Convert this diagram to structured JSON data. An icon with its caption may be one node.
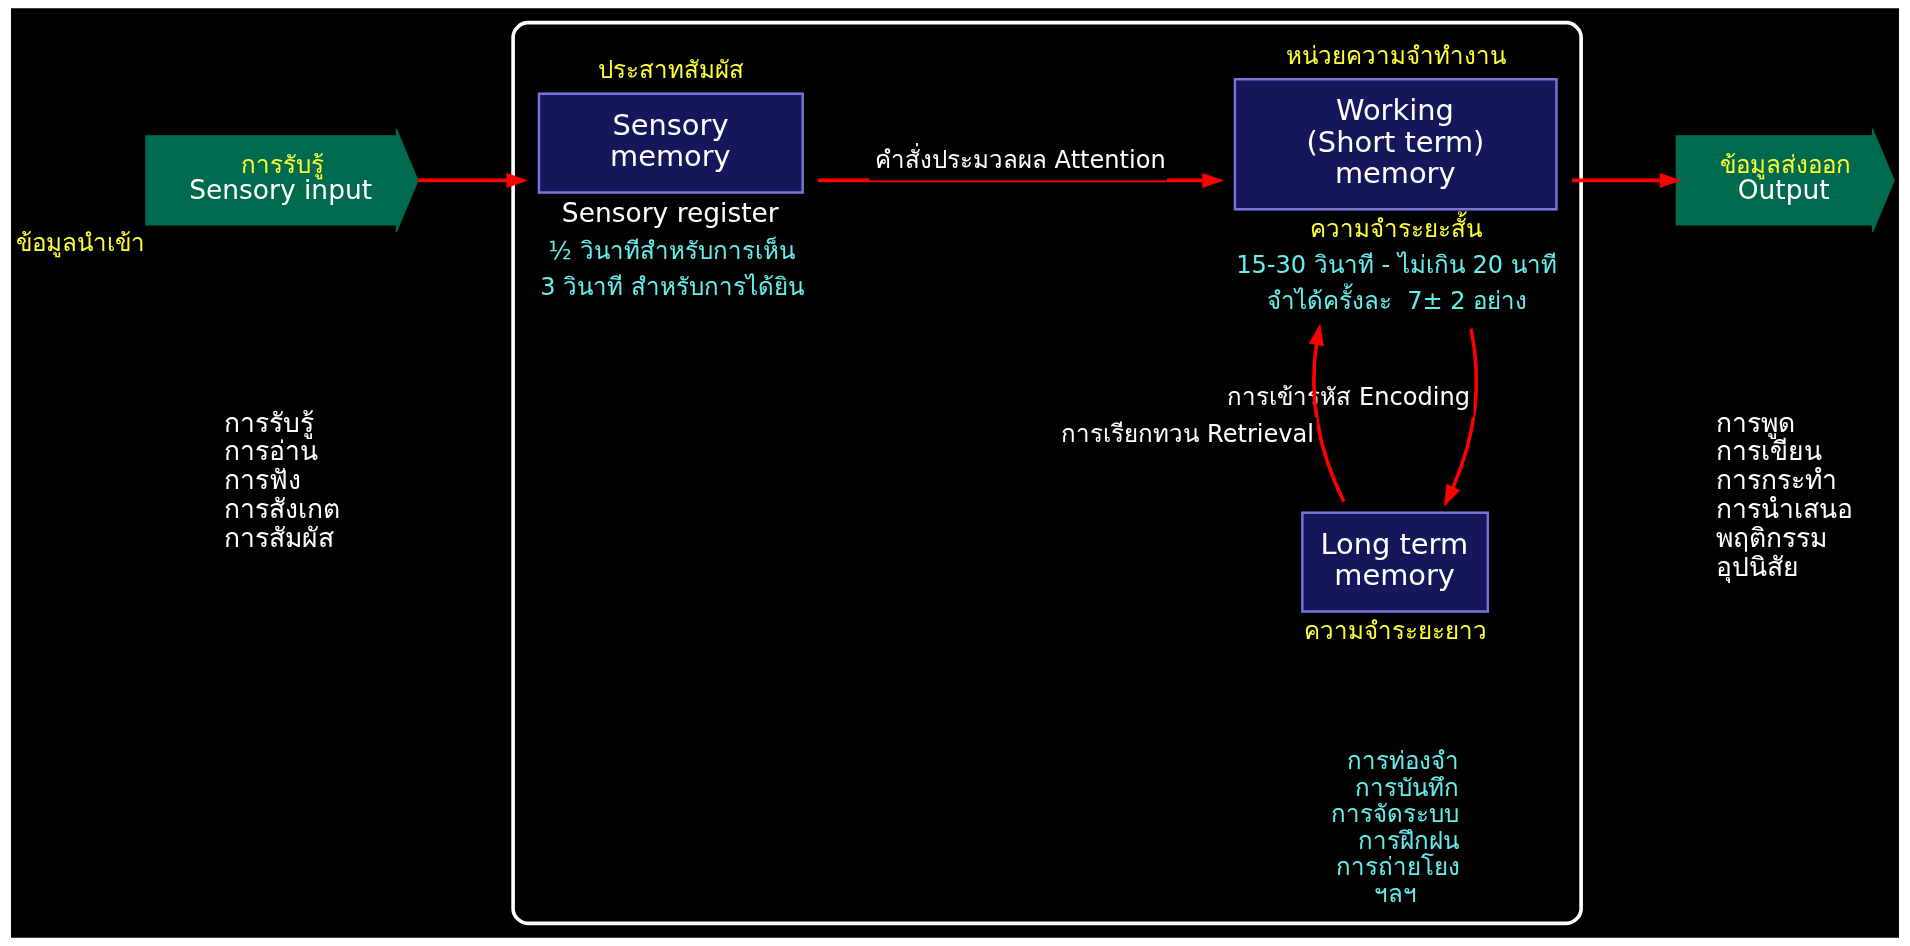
{
  "diagram": {
    "nodes": [
      {
        "text": [],
        "shape": "box"
      },
      {
        "text": [
          "การรับรู้",
          "Sensory input"
        ],
        "beside": [
          "ข้อมูลนำเข้า"
        ]
      },
      {
        "text": [
          "ประสาทสัมผัส",
          "Sensory memory"
        ],
        "in": 0,
        "beside": [
          "Sensory register",
          "½ วินาทีสำหรับการเห็น",
          "3 วินาที สำหรับการได้ยิน"
        ]
      },
      {
        "text": [
          "หน่วยความจำทำงาน",
          "Working (Short term) memory"
        ],
        "in": 0,
        "beside": [
          "ความจำระยะสั้น",
          "15-30 วินาที - ไม่เกิน 20 นาที",
          "จำได้ครั้งละ  7± 2 อย่าง"
        ]
      },
      {
        "text": [
          "Long term memory"
        ],
        "in": 0,
        "beside": [
          "ความจำระยะยาว"
        ]
      },
      {
        "text": [
          "ข้อมูลส่งออก",
          "Output"
        ]
      }
    ],
    "edges": [
      {
        "from": 1,
        "to": 2,
        "arrow": "to",
        "color": "#ff0000"
      },
      {
        "from": 2,
        "to": 3,
        "arrow": "to",
        "label": "คำสั่งประมวลผล Attention",
        "color": "#ff0000"
      },
      {
        "from": 3,
        "to": 5,
        "arrow": "to",
        "color": "#ff0000"
      },
      {
        "from": 3,
        "to": 4,
        "arrow": "to",
        "label": "การเข้ารหัส Encoding",
        "color": "#ff0000"
      },
      {
        "from": 4,
        "to": 3,
        "arrow": "to",
        "label": "การเรียกทวน Retrieval",
        "color": "#ff0000"
      }
    ],
    "labels": [
      "การรับรู้",
      "การอ่าน",
      "การฟัง",
      "การสังเกต",
      "การสัมผัส",
      "การพูด",
      "การเขียน",
      "การกระทำ",
      "การนำเสนอ",
      "พฤติกรรม",
      "อุปนิสัย",
      "การท่องจำ",
      "การบันทึก",
      "การจัดระบบ",
      "การฝึกฝน",
      "การถ่ายโยง",
      "ฯลฯ"
    ]
  }
}
